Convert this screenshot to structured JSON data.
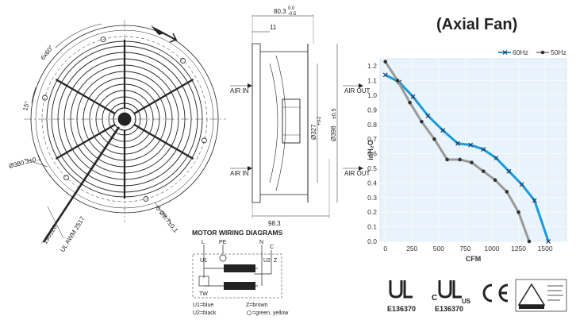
{
  "front_view": {
    "dim_diameter": "Ø380.3±0.1",
    "dim_holes": "6-Ø8.7±0.1",
    "dim_angle_6x60": "6x60°",
    "dim_angle_15": "15°",
    "dim_cable_length": "190±20",
    "cable_spec": "UL AWM 2517"
  },
  "side_view": {
    "dim_width_top": "80.3",
    "dim_width_top_tol_upper": "0.0",
    "dim_width_top_tol_lower": "-0.5",
    "dim_flange": "11",
    "dim_inner_diameter": "Ø327",
    "dim_inner_diameter_tol": "-2",
    "dim_inner_diameter_tol_upper": "+0",
    "dim_outer_diameter": "Ø398",
    "dim_outer_diameter_tol": "±0.5",
    "dim_depth": "98.3",
    "air_in_label": "AIR IN",
    "air_out_label": "AIR OUT"
  },
  "wiring": {
    "title": "MOTOR WIRING DIAGRAMS",
    "terminal_L": "L",
    "terminal_PE": "PE",
    "terminal_N": "N",
    "terminal_C": "C",
    "terminal_U1": "U1",
    "terminal_U2": "U2",
    "terminal_Z": "Z",
    "terminal_TW": "TW",
    "legend_u1": "U1=blue",
    "legend_u2": "U2=black",
    "legend_z": "Z=brown",
    "legend_pe": "=green, yellow"
  },
  "chart_data": {
    "type": "line",
    "title": "(Axial Fan)",
    "xlabel": "CFM",
    "ylabel": "inH₂O",
    "xlim": [
      -50,
      1700
    ],
    "ylim": [
      0,
      1.25
    ],
    "xticks": [
      0,
      250,
      500,
      750,
      1000,
      1250,
      1500
    ],
    "yticks": [
      0.0,
      0.1,
      0.2,
      0.3,
      0.4,
      0.5,
      0.6,
      0.7,
      0.8,
      0.9,
      1.0,
      1.1,
      1.2
    ],
    "legend_position": "top-right",
    "series": [
      {
        "name": "60Hz",
        "color": "#1a9bd7",
        "marker": "x",
        "x": [
          0,
          130,
          260,
          400,
          540,
          680,
          800,
          920,
          1040,
          1160,
          1280,
          1400,
          1530
        ],
        "y": [
          1.14,
          1.09,
          0.99,
          0.86,
          0.76,
          0.67,
          0.66,
          0.63,
          0.57,
          0.48,
          0.39,
          0.28,
          0.0
        ]
      },
      {
        "name": "50Hz",
        "color": "#999999",
        "marker": "dot",
        "x": [
          0,
          115,
          230,
          340,
          460,
          580,
          700,
          810,
          920,
          1030,
          1140,
          1250,
          1350
        ],
        "y": [
          1.23,
          1.1,
          0.95,
          0.82,
          0.7,
          0.56,
          0.56,
          0.54,
          0.48,
          0.42,
          0.34,
          0.2,
          0.0
        ]
      }
    ]
  },
  "certifications": {
    "ul_number": "E136370",
    "cul_number": "E136370",
    "cul_prefix": "C",
    "cul_suffix": "US",
    "ce_mark": "CE"
  }
}
